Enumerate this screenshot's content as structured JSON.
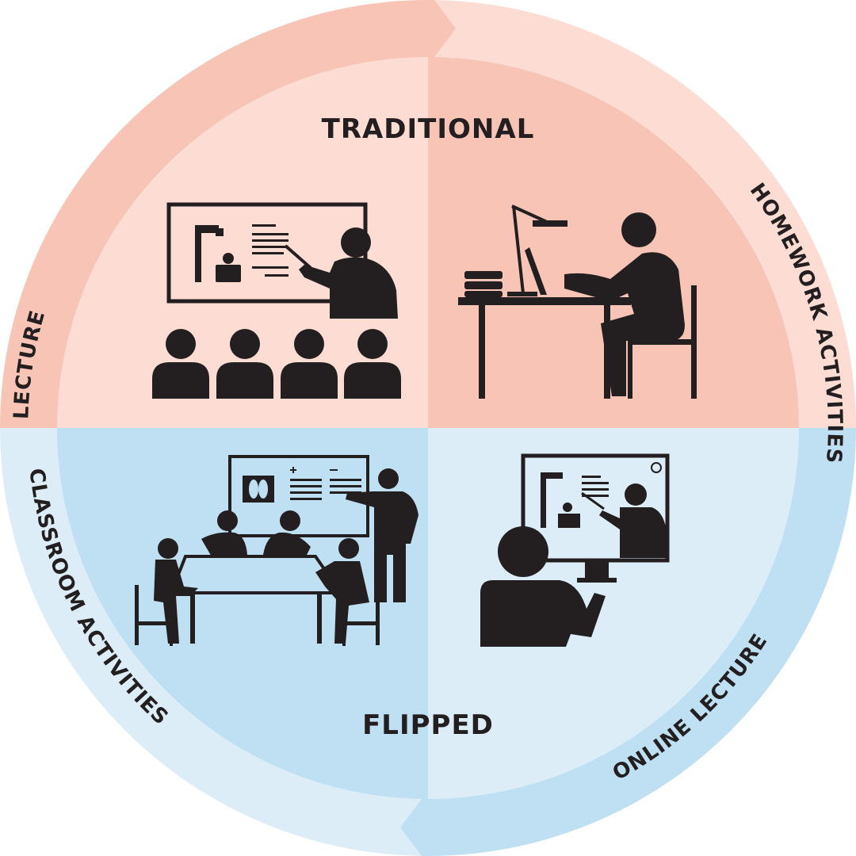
{
  "colors": {
    "traditional_light": "#fcdcd3",
    "traditional_medium": "#f8c4b6",
    "flipped_light": "#dcedf8",
    "flipped_medium": "#bee0f2",
    "ink": "#231f20"
  },
  "sections": {
    "traditional": {
      "title": "TRADITIONAL"
    },
    "flipped": {
      "title": "FLIPPED"
    }
  },
  "ring_labels": {
    "lecture": "LECTURE",
    "homework": "HOMEWORK ACTIVITIES",
    "classroom": "CLASSROOM ACTIVITIES",
    "online": "ONLINE LECTURE"
  },
  "icons": {
    "lecture_scene": "teacher-pointing-at-board-with-audience",
    "homework_scene": "student-at-desk-with-laptop-and-lamp",
    "classroom_scene": "group-at-table-with-presenter",
    "online_scene": "student-watching-video-lecture"
  }
}
